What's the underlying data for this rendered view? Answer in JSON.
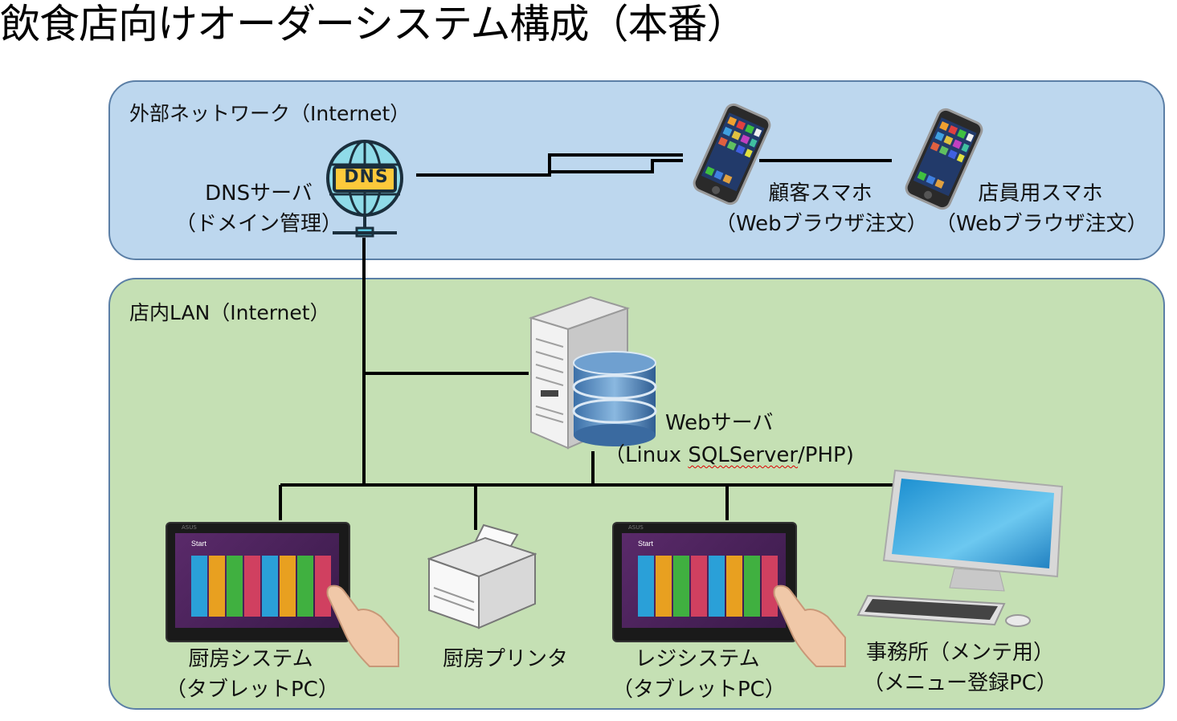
{
  "title": "飲食店向けオーダーシステム構成（本番）",
  "zones": {
    "external": {
      "label": "外部ネットワーク（Internet）",
      "color": "#bdd7ee"
    },
    "lan": {
      "label": "店内LAN（Internet）",
      "color": "#c5e0b4"
    }
  },
  "nodes": {
    "dns": {
      "line1": "DNSサーバ",
      "line2": "（ドメイン管理）",
      "badge": "DNS"
    },
    "customer_phone": {
      "line1": "顧客スマホ",
      "line2": "（Webブラウザ注文）"
    },
    "staff_phone": {
      "line1": "店員用スマホ",
      "line2": "（Webブラウザ注文）"
    },
    "web_server": {
      "line1": "Webサーバ",
      "line2_prefix": "（Linux ",
      "line2_underlined": "SQLServer",
      "line2_suffix": "/PHP)"
    },
    "kitchen_system": {
      "line1": "厨房システム",
      "line2": "（タブレットPC）"
    },
    "kitchen_printer": {
      "line1": "厨房プリンタ"
    },
    "register_system": {
      "line1": "レジシステム",
      "line2": "（タブレットPC）"
    },
    "office_pc": {
      "line1": "事務所（メンテ用）",
      "line2": "（メニュー登録PC）"
    }
  },
  "tablet": {
    "start_label": "Start",
    "brand": "ASUS"
  },
  "icons": [
    "globe-icon",
    "smartphone-icon",
    "server-tower-icon",
    "database-icon",
    "tablet-icon",
    "printer-icon",
    "monitor-icon",
    "keyboard-icon",
    "mouse-icon",
    "hand-icon"
  ]
}
